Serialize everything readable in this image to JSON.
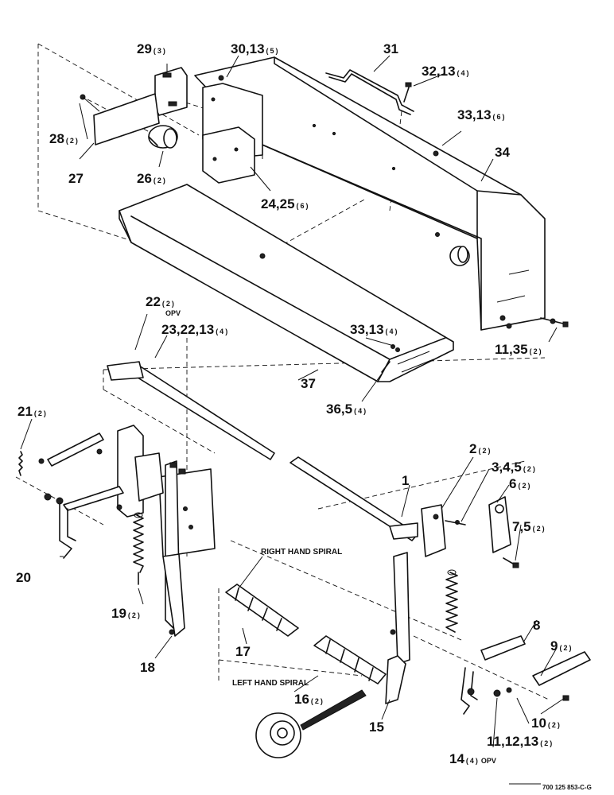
{
  "diagram": {
    "drawing_number": "700 125 853-C-G",
    "notes": {
      "right_hand_spiral": "RIGHT HAND SPIRAL",
      "left_hand_spiral": "LEFT HAND SPIRAL"
    },
    "callouts": [
      {
        "id": "c1",
        "label": "1",
        "qty": ""
      },
      {
        "id": "c2",
        "label": "2",
        "qty": "(2)"
      },
      {
        "id": "c3",
        "label": "3,4,5",
        "qty": "(2)"
      },
      {
        "id": "c6",
        "label": "6",
        "qty": "(2)"
      },
      {
        "id": "c7",
        "label": "7,5",
        "qty": "(2)"
      },
      {
        "id": "c8",
        "label": "8",
        "qty": ""
      },
      {
        "id": "c9",
        "label": "9",
        "qty": "(2)"
      },
      {
        "id": "c10",
        "label": "10",
        "qty": "(2)"
      },
      {
        "id": "c11a",
        "label": "11,12,13",
        "qty": "(2)"
      },
      {
        "id": "c14",
        "label": "14",
        "qty": "(4)",
        "suffix": "OPV"
      },
      {
        "id": "c15",
        "label": "15",
        "qty": ""
      },
      {
        "id": "c16",
        "label": "16",
        "qty": "(2)"
      },
      {
        "id": "c17",
        "label": "17",
        "qty": ""
      },
      {
        "id": "c18",
        "label": "18",
        "qty": ""
      },
      {
        "id": "c19",
        "label": "19",
        "qty": "(2)"
      },
      {
        "id": "c20",
        "label": "20",
        "qty": ""
      },
      {
        "id": "c21",
        "label": "21",
        "qty": "(2)"
      },
      {
        "id": "c22",
        "label": "22",
        "qty": "(2)",
        "suffix": "OPV"
      },
      {
        "id": "c23",
        "label": "23,22,13",
        "qty": "(4)"
      },
      {
        "id": "c24",
        "label": "24,25",
        "qty": "(6)"
      },
      {
        "id": "c26",
        "label": "26",
        "qty": "(2)"
      },
      {
        "id": "c27",
        "label": "27",
        "qty": ""
      },
      {
        "id": "c28",
        "label": "28",
        "qty": "(2)"
      },
      {
        "id": "c29",
        "label": "29",
        "qty": "(3)"
      },
      {
        "id": "c30",
        "label": "30,13",
        "qty": "(5)"
      },
      {
        "id": "c31",
        "label": "31",
        "qty": ""
      },
      {
        "id": "c32",
        "label": "32,13",
        "qty": "(4)"
      },
      {
        "id": "c33a",
        "label": "33,13",
        "qty": "(6)"
      },
      {
        "id": "c33b",
        "label": "33,13",
        "qty": "(4)"
      },
      {
        "id": "c34",
        "label": "34",
        "qty": ""
      },
      {
        "id": "c35",
        "label": "11,35",
        "qty": "(2)"
      },
      {
        "id": "c36",
        "label": "36,5",
        "qty": "(4)"
      },
      {
        "id": "c37",
        "label": "37",
        "qty": ""
      }
    ]
  }
}
